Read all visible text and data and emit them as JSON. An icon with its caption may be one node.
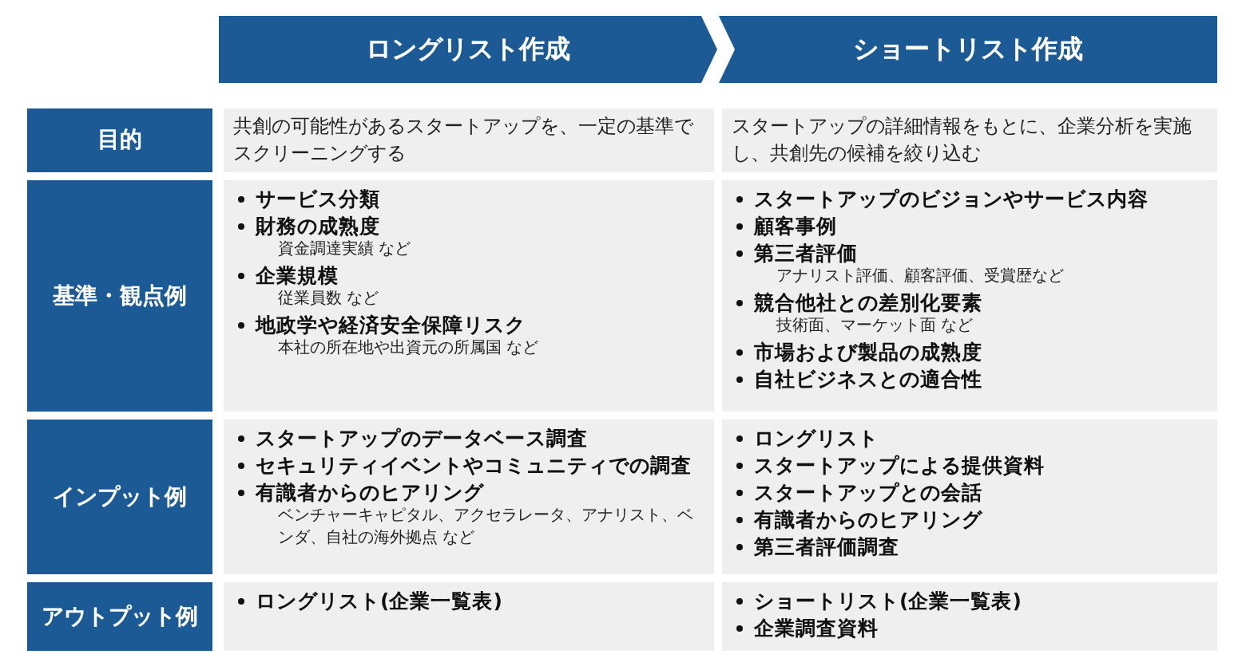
{
  "diagram": {
    "nodes": [
      {
        "text": [
          "ロングリスト作成"
        ]
      },
      {
        "text": [
          "ショートリスト作成"
        ]
      },
      {
        "text": [
          "目的"
        ]
      },
      {
        "text": [
          "共創の可能性があるスタートアップを、一定の基準でスクリーニングする"
        ]
      },
      {
        "text": [
          "スタートアップの詳細情報をもとに、企業分析を実施し、共創先の候補を絞り込む"
        ]
      },
      {
        "text": [
          "基準・観点例"
        ]
      },
      {
        "text": [
          "サービス分類",
          "財務の成熟度",
          "資金調達実績 など",
          "企業規模",
          "従業員数 など",
          "地政学や経済安全保障リスク",
          "本社の所在地や出資元の所属国 など"
        ]
      },
      {
        "text": [
          "スタートアップのビジョンやサービス内容",
          "顧客事例",
          "第三者評価",
          "アナリスト評価、顧客評価、受賞歴など",
          "競合他社との差別化要素",
          "技術面、マーケット面 など",
          "市場および製品の成熟度",
          "自社ビジネスとの適合性"
        ]
      },
      {
        "text": [
          "インプット例"
        ]
      },
      {
        "text": [
          "スタートアップのデータベース調査",
          "セキュリティイベントやコミュニティでの調査",
          "有識者からのヒアリング",
          "ベンチャーキャピタル、アクセラレータ、アナリスト、ベンダ、自社の海外拠点 など"
        ]
      },
      {
        "text": [
          "ロングリスト",
          "スタートアップによる提供資料",
          "スタートアップとの会話",
          "有識者からのヒアリング",
          "第三者評価調査"
        ]
      },
      {
        "text": [
          "アウトプット例"
        ]
      },
      {
        "text": [
          "ロングリスト(企業一覧表)"
        ]
      },
      {
        "text": [
          "ショートリスト(企業一覧表)",
          "企業調査資料"
        ]
      }
    ]
  }
}
